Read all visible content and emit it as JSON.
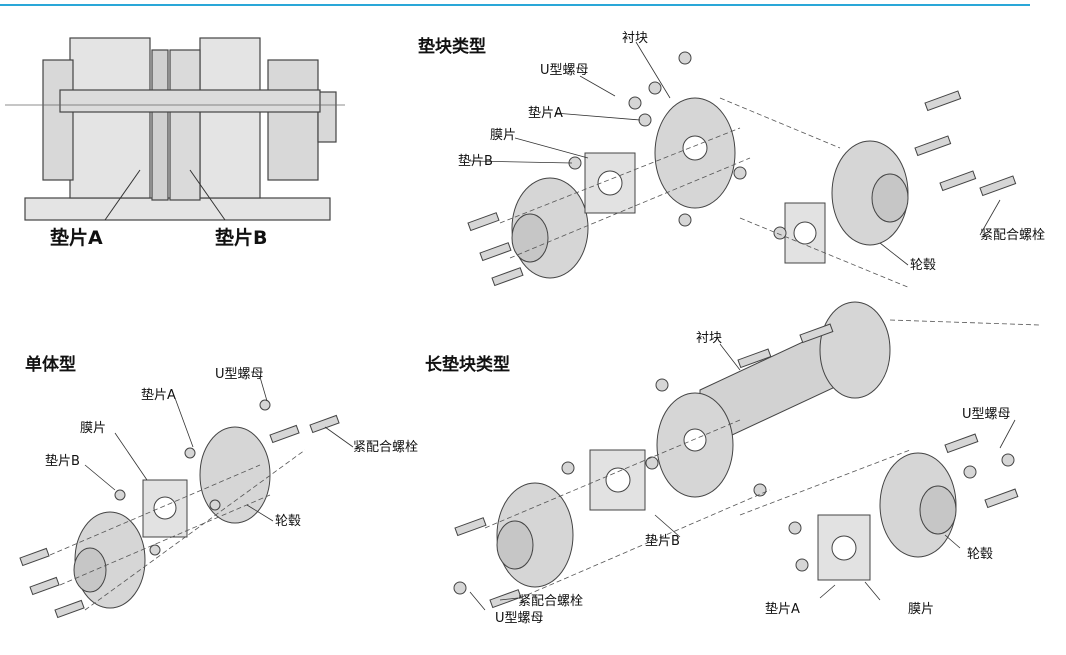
{
  "colors": {
    "accent_line": "#2aa7d8",
    "part_fill": "#d6d6d6",
    "section_bg": "#e4e4e4"
  },
  "section": {
    "label_a": "垫片A",
    "label_b": "垫片B"
  },
  "spacer": {
    "title": "垫块类型",
    "bushing": "衬块",
    "u_nut": "U型螺母",
    "washer_a": "垫片A",
    "film": "膜片",
    "washer_b": "垫片B",
    "reamer_bolt": "紧配合螺栓",
    "hub": "轮毂"
  },
  "single": {
    "title": "单体型",
    "u_nut": "U型螺母",
    "washer_a": "垫片A",
    "film": "膜片",
    "washer_b": "垫片B",
    "reamer_bolt": "紧配合螺栓",
    "hub": "轮毂"
  },
  "long": {
    "title": "长垫块类型",
    "bushing": "衬块",
    "u_nut_right": "U型螺母",
    "washer_b": "垫片B",
    "hub": "轮毂",
    "reamer_bolt": "紧配合螺栓",
    "u_nut_bottom": "U型螺母",
    "washer_a": "垫片A",
    "film": "膜片"
  }
}
